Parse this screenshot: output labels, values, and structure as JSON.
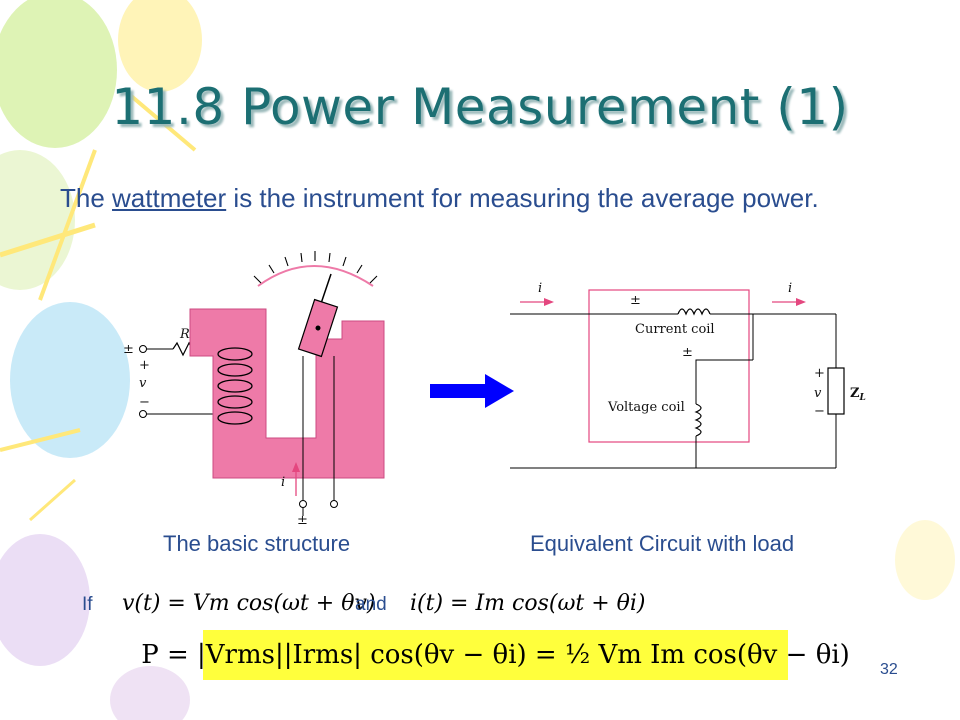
{
  "slide": {
    "title": "11.8 Power Measurement (1)",
    "intro": {
      "before": "The ",
      "term": "wattmeter",
      "after": " is the instrument for measuring the average power."
    },
    "captions": {
      "left": "The basic structure",
      "right": "Equivalent Circuit with load"
    },
    "if_word": "If",
    "and_word": "and",
    "eq_voltage": "v(t) = Vm cos(ωt + θv)",
    "eq_current": "i(t) = Im cos(ωt + θi)",
    "power_formula": "P = |Vrms||Irms| cos(θv − θi) = ½ Vm Im cos(θv − θi)",
    "page_number": "32"
  },
  "structure_labels": {
    "R": "R",
    "pm_left": "±",
    "plus": "+",
    "v": "v",
    "minus": "−",
    "i": "i",
    "pm_bottom": "±"
  },
  "circuit_labels": {
    "i_left": "i",
    "i_right": "i",
    "pm_top": "±",
    "current_coil": "Current coil",
    "pm_mid": "±",
    "voltage_coil": "Voltage coil",
    "plus": "+",
    "v": "v",
    "minus": "−",
    "load": "Z",
    "load_sub": "L"
  },
  "colors": {
    "title": "#1c6f73",
    "text": "#2a4d8f",
    "magnet": "#ee7aa8",
    "arrow": "#0000ff",
    "highlight": "#ffff3c"
  }
}
